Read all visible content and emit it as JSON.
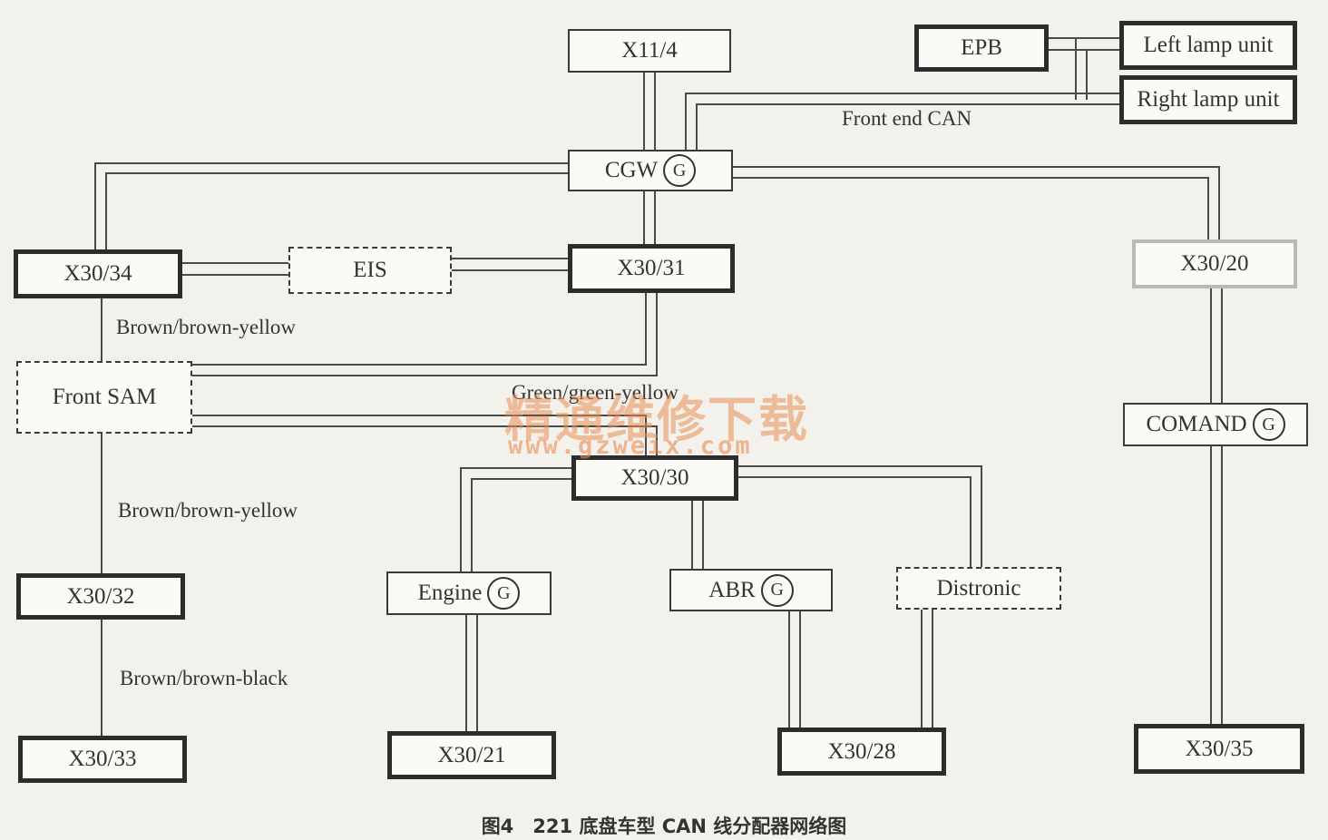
{
  "nodes": {
    "x11_4": "X11/4",
    "epb": "EPB",
    "left_lamp": "Left lamp unit",
    "right_lamp": "Right lamp unit",
    "cgw": "CGW",
    "x30_34": "X30/34",
    "eis": "EIS",
    "x30_31": "X30/31",
    "x30_20": "X30/20",
    "front_sam": "Front SAM",
    "comand": "COMAND",
    "x30_30": "X30/30",
    "engine": "Engine",
    "abr": "ABR",
    "distronic": "Distronic",
    "x30_32": "X30/32",
    "x30_33": "X30/33",
    "x30_21": "X30/21",
    "x30_28": "X30/28",
    "x30_35": "X30/35"
  },
  "gateway_symbol": "G",
  "labels": {
    "front_end_can": "Front end CAN",
    "brown_yellow_1": "Brown/brown-yellow",
    "brown_yellow_2": "Brown/brown-yellow",
    "brown_black": "Brown/brown-black",
    "green_yellow": "Green/green-yellow"
  },
  "watermark": {
    "chinese": "精通维修下载",
    "url": "www.gzweix.com"
  },
  "caption": "图4　221 底盘车型 CAN 线分配器网络图",
  "colors": {
    "background": "#f3f1ec",
    "line": "#4a4a4a",
    "watermark": "#e88e54"
  }
}
